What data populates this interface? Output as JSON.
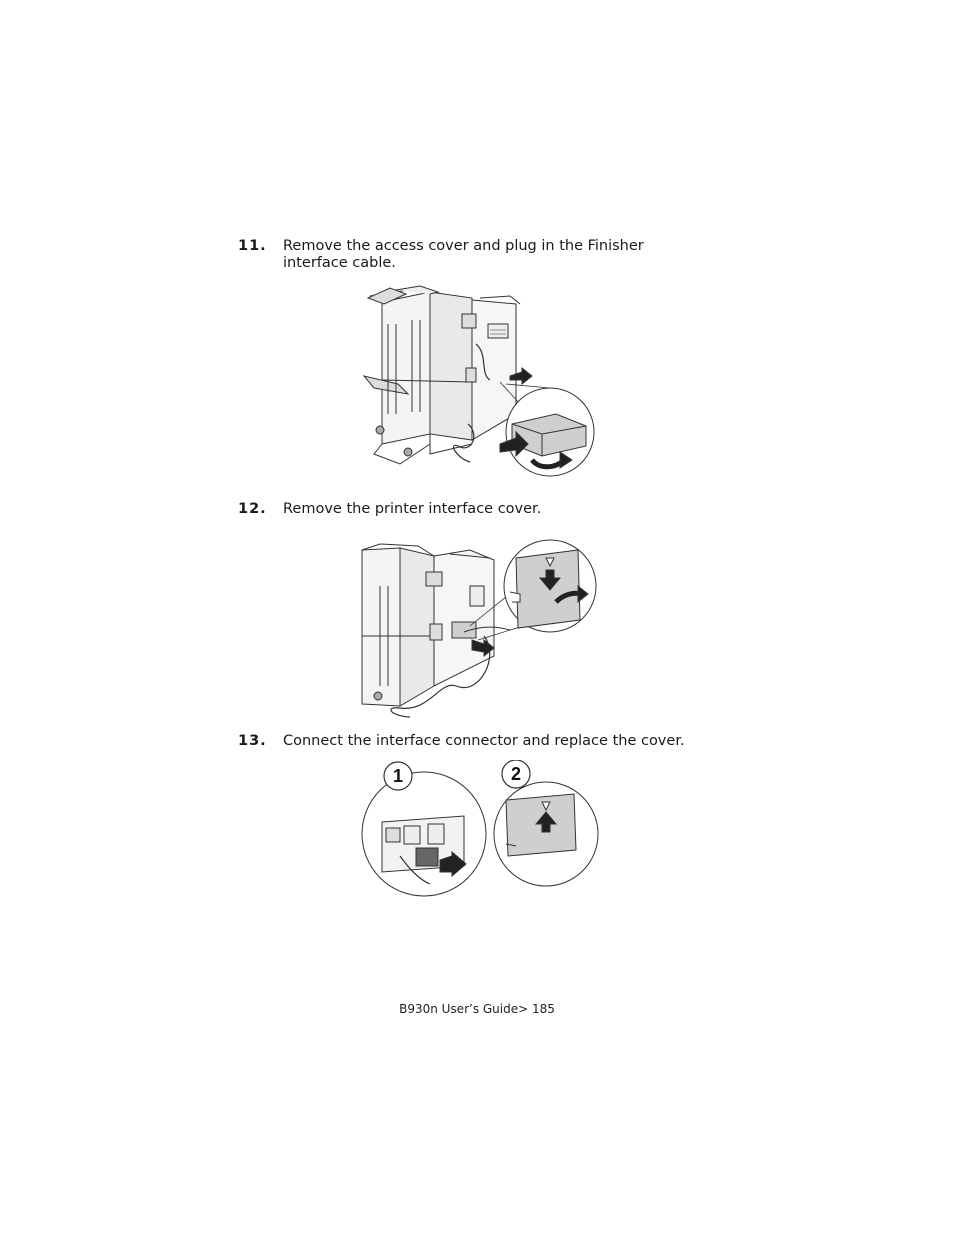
{
  "steps": [
    {
      "number": "11.",
      "text": "Remove the access cover and plug in the Finisher interface cable."
    },
    {
      "number": "12.",
      "text": "Remove the printer interface cover."
    },
    {
      "number": "13.",
      "text": "Connect the interface connector and replace the cover."
    }
  ],
  "figure3": {
    "callout1": "1",
    "callout2": "2"
  },
  "footer": {
    "text": "B930n User’s Guide> 185"
  }
}
